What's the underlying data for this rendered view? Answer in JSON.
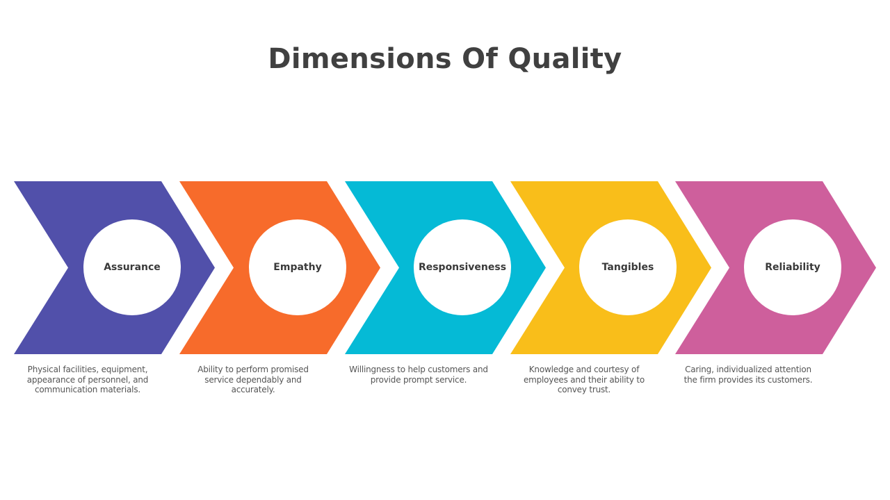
{
  "title": "Dimensions Of Quality",
  "steps": [
    {
      "label": "Assurance",
      "description": "Physical facilities, equipment, appearance of personnel, and communication materials.",
      "color": "#5150AA"
    },
    {
      "label": "Empathy",
      "description": "Ability to perform promised service dependably and accurately.",
      "color": "#F76B2B"
    },
    {
      "label": "Responsiveness",
      "description": "Willingness to help customers and provide prompt service.",
      "color": "#05BAD6"
    },
    {
      "label": "Tangibles",
      "description": "Knowledge and courtesy of employees and their ability to convey trust.",
      "color": "#F9BE1A"
    },
    {
      "label": "Reliability",
      "description": "Caring, individualized attention the firm provides its customers.",
      "color": "#CE5F9C"
    }
  ]
}
